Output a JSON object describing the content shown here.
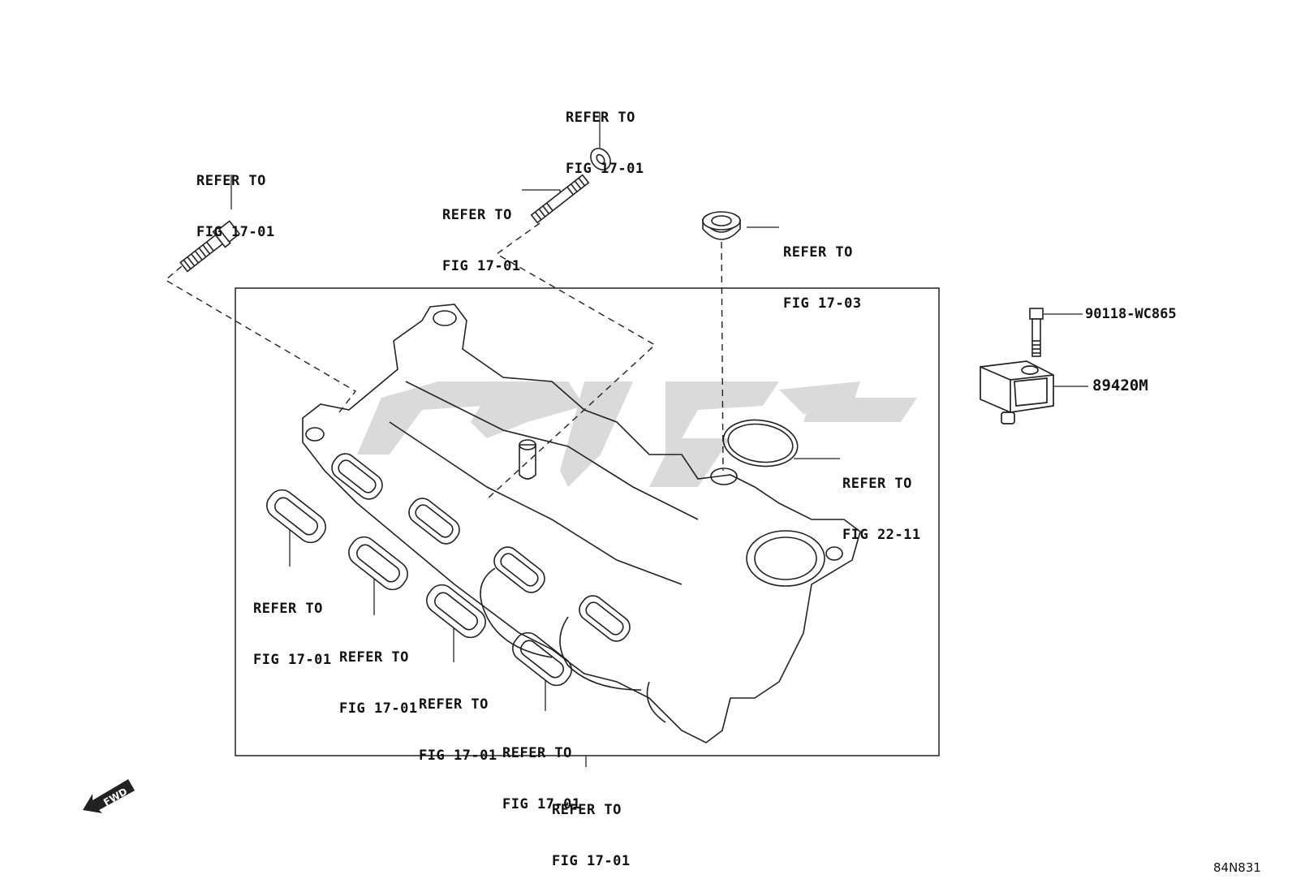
{
  "callouts": [
    {
      "id": "bolt-left",
      "line1": "REFER TO",
      "line2": "FIG 17-01"
    },
    {
      "id": "nut-top",
      "line1": "REFER TO",
      "line2": "FIG 17-01"
    },
    {
      "id": "stud",
      "line1": "REFER TO",
      "line2": "FIG 17-01"
    },
    {
      "id": "plug",
      "line1": "REFER TO",
      "line2": "FIG 17-03"
    },
    {
      "id": "oring",
      "line1": "REFER TO",
      "line2": "FIG 22-11"
    },
    {
      "id": "gasket-1",
      "line1": "REFER TO",
      "line2": "FIG 17-01"
    },
    {
      "id": "gasket-2",
      "line1": "REFER TO",
      "line2": "FIG 17-01"
    },
    {
      "id": "gasket-3",
      "line1": "REFER TO",
      "line2": "FIG 17-01"
    },
    {
      "id": "gasket-4",
      "line1": "REFER TO",
      "line2": "FIG 17-01"
    },
    {
      "id": "manifold",
      "line1": "REFER TO",
      "line2": "FIG 17-01"
    }
  ],
  "parts": {
    "bolt_number": "90118-WC865",
    "sensor_number": "89420M"
  },
  "fwd_label": "FWD",
  "diagram_code": "84N831"
}
